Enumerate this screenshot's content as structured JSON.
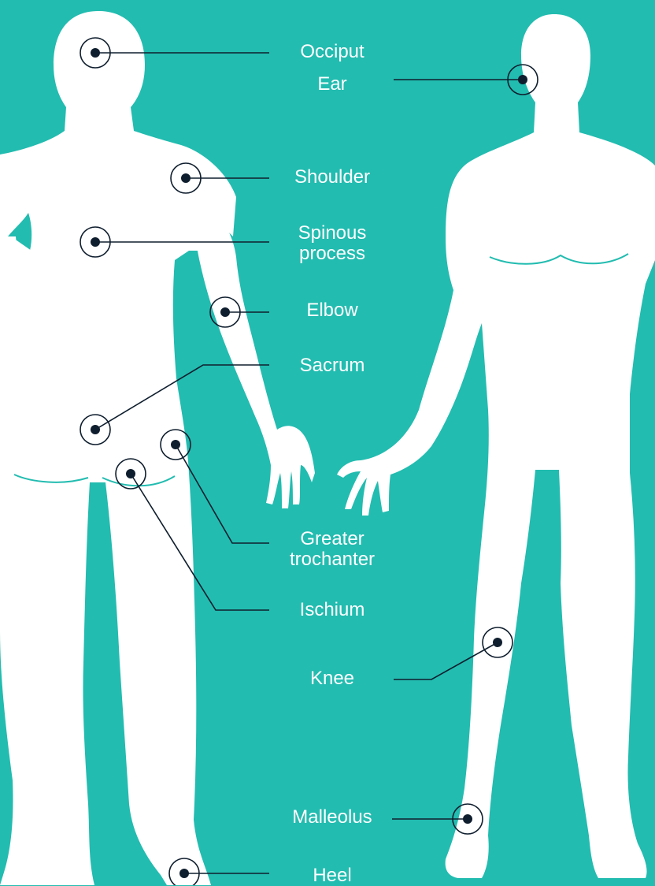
{
  "labels": {
    "occiput": "Occiput",
    "ear": "Ear",
    "shoulder": "Shoulder",
    "spinous_process": [
      "Spinous",
      "process"
    ],
    "elbow": "Elbow",
    "sacrum": "Sacrum",
    "greater_trochanter": [
      "Greater",
      "trochanter"
    ],
    "ischium": "Ischium",
    "knee": "Knee",
    "malleolus": "Malleolus",
    "heel": "Heel"
  },
  "colors": {
    "background": "#22bcb0",
    "body": "#ffffff",
    "marker": "#0f1e2e",
    "line": "#0f1e2e",
    "text": "#ffffff"
  }
}
